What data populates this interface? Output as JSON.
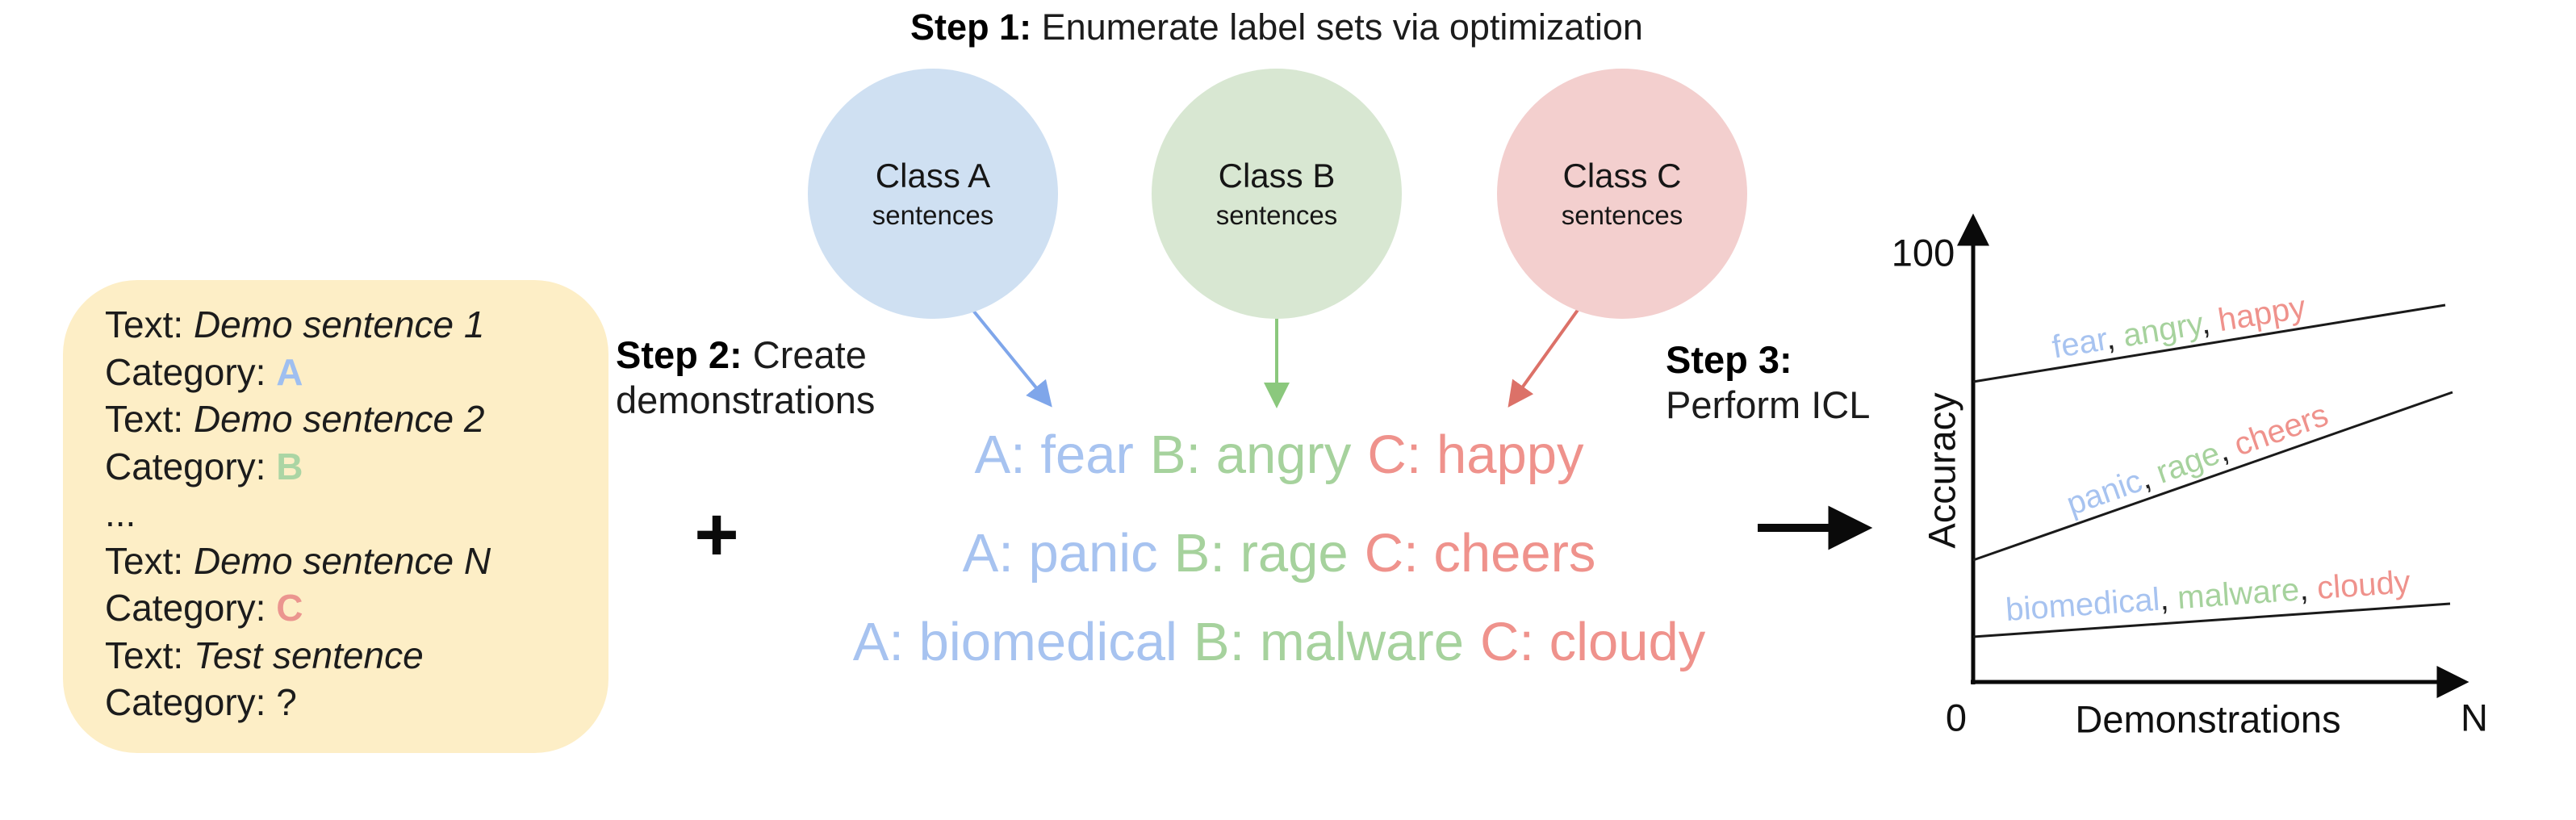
{
  "step1": {
    "label": "Step 1:",
    "text": " Enumerate label sets via optimization"
  },
  "circles": [
    {
      "name": "Class A",
      "sub": "sentences",
      "fill": "#cfe0f2"
    },
    {
      "name": "Class B",
      "sub": "sentences",
      "fill": "#d8e7d2"
    },
    {
      "name": "Class C",
      "sub": "sentences",
      "fill": "#f3cfce"
    }
  ],
  "prompt_lines": [
    {
      "p": "Text: ",
      "v": "Demo sentence 1"
    },
    {
      "p": "Category: ",
      "v": "A"
    },
    {
      "p": "Text: ",
      "v": "Demo sentence 2"
    },
    {
      "p": "Category: ",
      "v": "B"
    },
    {
      "p": "...",
      "v": ""
    },
    {
      "p": "Text: ",
      "v": "Demo sentence N"
    },
    {
      "p": "Category: ",
      "v": "C"
    },
    {
      "p": "Text: ",
      "v": "Test sentence"
    },
    {
      "p": "Category: ",
      "v": "?"
    }
  ],
  "step2": {
    "label": "Step 2:",
    "text": " Create",
    "text2": "demonstrations"
  },
  "plus": "+",
  "demo_rows": [
    {
      "a": "A: fear",
      "b": "B: angry",
      "c": "C: happy"
    },
    {
      "a": "A: panic",
      "b": "B: rage",
      "c": "C: cheers"
    },
    {
      "a": "A: biomedical",
      "b": "B: malware",
      "c": "C: cloudy"
    }
  ],
  "step3": {
    "label": "Step 3:",
    "text2": "Perform ICL"
  },
  "chart": {
    "y_max_tick": "100",
    "ylabel": "Accuracy",
    "x_origin_tick": "0",
    "xlabel": "Demonstrations",
    "x_end_tick": "N",
    "line_labels": [
      {
        "w1": "fear",
        "c1": ", ",
        "w2": "angry",
        "c2": ", ",
        "w3": "happy"
      },
      {
        "w1": "panic",
        "c1": ", ",
        "w2": "rage",
        "c2": ", ",
        "w3": "cheers"
      },
      {
        "w1": "biomedical",
        "c1": ", ",
        "w2": "malware",
        "c2": ", ",
        "w3": "cloudy"
      }
    ]
  },
  "chart_data": {
    "type": "line",
    "title": "",
    "xlabel": "Demonstrations",
    "ylabel": "Accuracy",
    "x_range": [
      "0",
      "N"
    ],
    "ylim": [
      0,
      100
    ],
    "y_ticks_shown": [
      100
    ],
    "x_ticks_shown": [
      "0",
      "N"
    ],
    "grid": false,
    "legend_position": "inline labels above each line",
    "series": [
      {
        "name": "fear, angry, happy",
        "x": [
          "0",
          "N"
        ],
        "y": [
          70,
          88
        ]
      },
      {
        "name": "panic, rage, cheers",
        "x": [
          "0",
          "N"
        ],
        "y": [
          28,
          68
        ]
      },
      {
        "name": "biomedical, malware, cloudy",
        "x": [
          "0",
          "N"
        ],
        "y": [
          10,
          18
        ]
      }
    ]
  },
  "colors": {
    "pastel_blue_text": "#a7c3f0",
    "pastel_green_text": "#a6d29d",
    "pastel_red_text": "#ef928c",
    "bold_blue": "#9fbff0",
    "bold_green": "#abd5a4",
    "bold_red": "#eb958f",
    "circle_blue_fill": "#cfe0f2",
    "circle_green_fill": "#d8e7d2",
    "circle_red_fill": "#f3cfce",
    "prompt_box_fill": "#fdeec6",
    "arrow_blue": "#7fa6ea",
    "arrow_green": "#8bc87d",
    "arrow_red": "#dc7168"
  }
}
